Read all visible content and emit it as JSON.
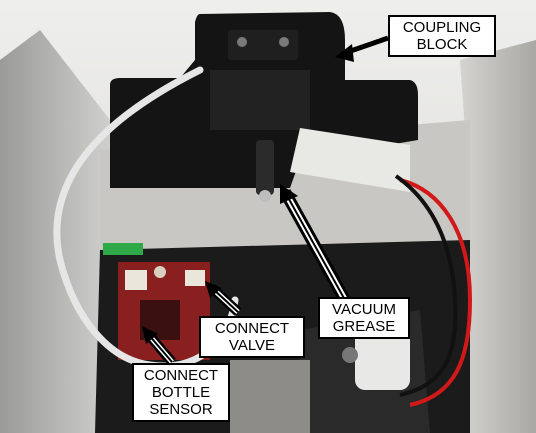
{
  "photo": {
    "subject": "instrument interior with coupling block and valve wiring",
    "colors": {
      "block": "#141414",
      "panel": "#c9c7c2",
      "cavity": "#1a1a1a",
      "board": "#8a1f1f",
      "cable": "#e6e6e6",
      "wire_red": "#d11919",
      "connector": "#e8e8e4",
      "green_tab": "#2fa84a"
    }
  },
  "callouts": {
    "coupling_block": {
      "lines": [
        "COUPLING",
        "BLOCK"
      ]
    },
    "vacuum_grease": {
      "lines": [
        "VACUUM",
        "GREASE"
      ]
    },
    "connect_valve": {
      "lines": [
        "CONNECT",
        "VALVE"
      ]
    },
    "connect_bottle_sensor": {
      "lines": [
        "CONNECT",
        "BOTTLE",
        "SENSOR"
      ]
    }
  }
}
